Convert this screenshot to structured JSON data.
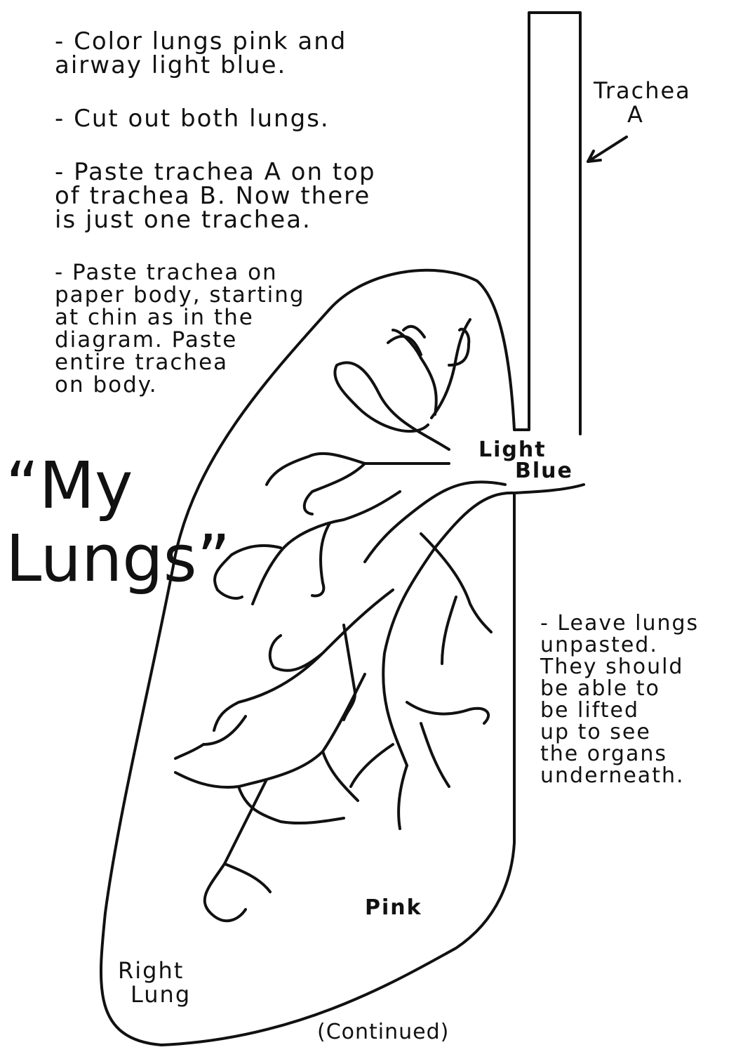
{
  "instructions": [
    {
      "lines": [
        "- Color  lungs  pink  and",
        "  airway  light  blue."
      ]
    },
    {
      "lines": [
        "- Cut  out  both  lungs."
      ]
    },
    {
      "lines": [
        "- Paste  trachea  A  on  top",
        "  of  trachea  B.  Now  there",
        "  is  just  one  trachea."
      ]
    },
    {
      "lines": [
        "- Paste  trachea  on",
        "  paper  body,  starting",
        "  at chin  as  in  the",
        "  diagram.  Paste",
        "  entire  trachea",
        "  on  body."
      ]
    }
  ],
  "right_note": [
    "- Leave  lungs",
    "  unpasted.",
    "They  should",
    " be  able  to",
    " be  lifted",
    " up  to  see",
    " the  organs",
    " underneath."
  ],
  "labels": {
    "trachea_line1": "Trachea",
    "trachea_line2": "A",
    "light": "Light",
    "blue": "Blue",
    "pink": "Pink",
    "right": "Right",
    "lung": "Lung",
    "continued": "(Continued)"
  },
  "title": {
    "line1": "“My",
    "line2": "Lungs”"
  }
}
